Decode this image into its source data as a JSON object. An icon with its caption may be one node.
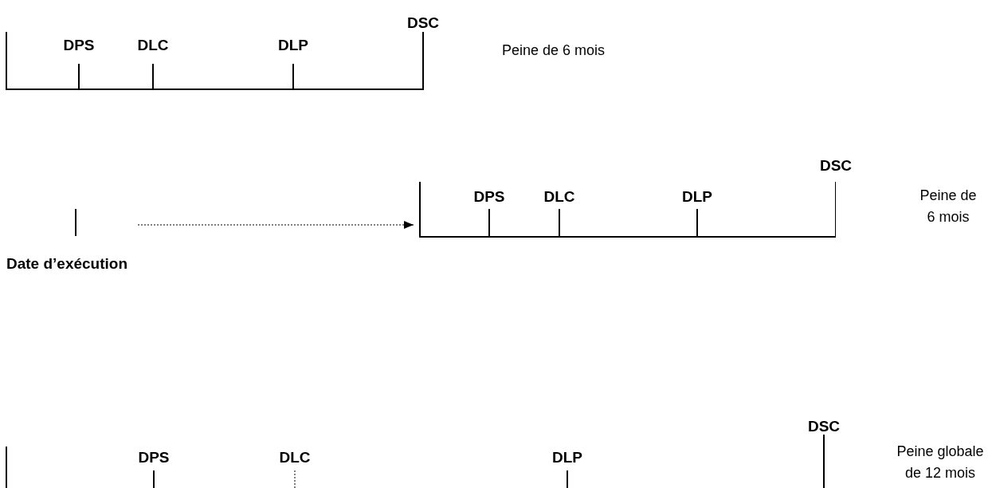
{
  "diagram": {
    "nodes": [
      {
        "text": [
          "Date d’exécution"
        ]
      },
      {
        "text": [],
        "shape": "bar"
      }
    ],
    "edges": [
      {
        "from": 0,
        "to": 1,
        "arrow": "to",
        "style": "dashed"
      }
    ],
    "labels": [
      "DSC",
      "DPS",
      "DLC",
      "DLP",
      "Peine de 6 mois",
      "DSC",
      "DPS",
      "DLC",
      "DLP",
      "Peine de 6 mois",
      "DSC",
      "DPS",
      "DLC",
      "DLP",
      "Peine globale de 12 mois"
    ]
  }
}
